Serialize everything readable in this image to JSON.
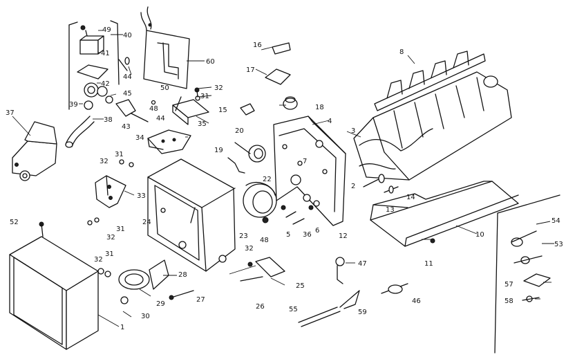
{
  "diagram": {
    "part_numbers": [
      "1",
      "2",
      "3",
      "4",
      "5",
      "6",
      "7",
      "8",
      "10",
      "11",
      "12",
      "13",
      "14",
      "15",
      "16",
      "17",
      "18",
      "19",
      "20",
      "22",
      "23",
      "24",
      "25",
      "26",
      "27",
      "28",
      "29",
      "30",
      "31",
      "32",
      "33",
      "34",
      "35",
      "36",
      "37",
      "38",
      "39",
      "40",
      "41",
      "42",
      "43",
      "44",
      "45",
      "46",
      "47",
      "48",
      "49",
      "50",
      "52",
      "53",
      "54",
      "55",
      "57",
      "58",
      "59",
      "60"
    ]
  }
}
